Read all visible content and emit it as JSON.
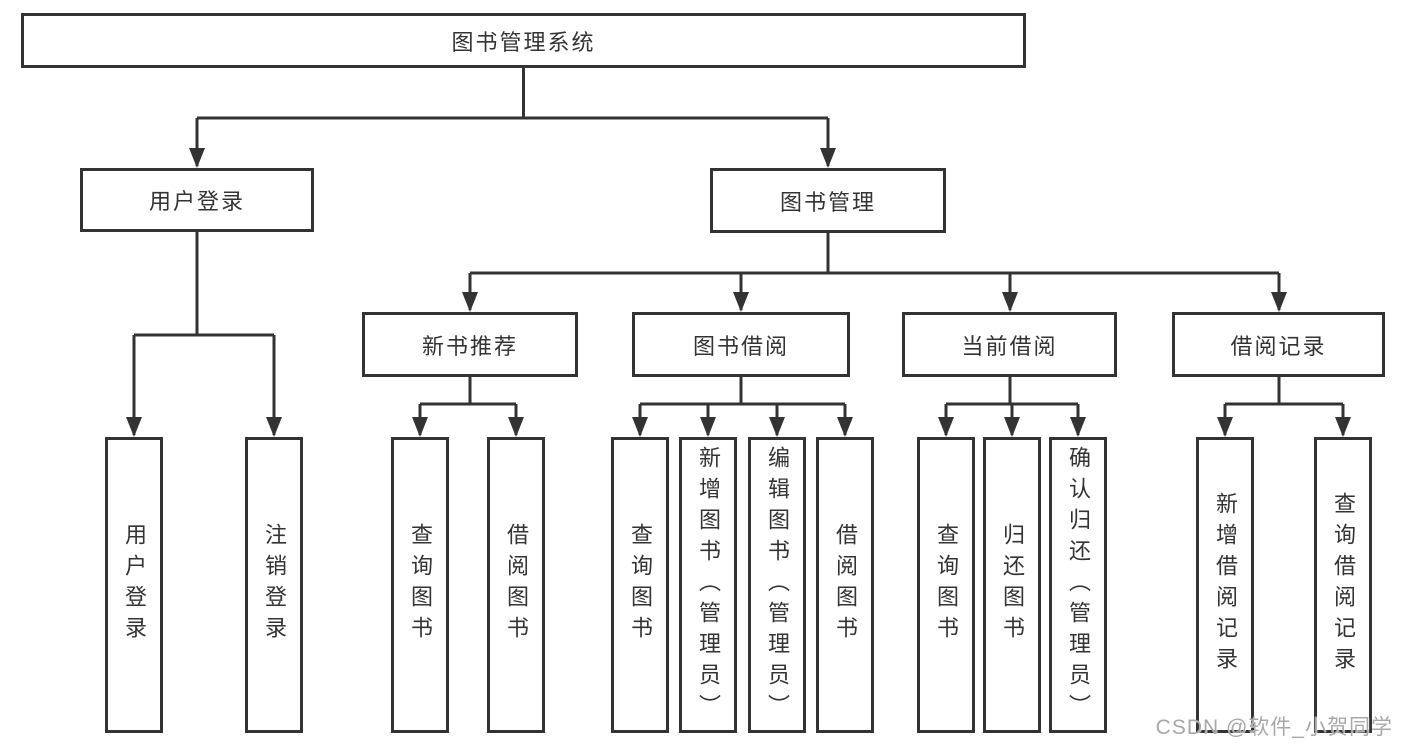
{
  "title": "图书管理系统",
  "nodes": {
    "root": "图书管理系统",
    "user_login": "用户登录",
    "book_management": "图书管理",
    "new_book_recommend": "新书推荐",
    "book_borrowing": "图书借阅",
    "current_borrowing": "当前借阅",
    "borrowing_records": "借阅记录",
    "leaf_user_login": "用户登录",
    "leaf_logout": "注销登录",
    "nb_query_book": "查询图书",
    "nb_borrow_book": "借阅图书",
    "bb_query_book": "查询图书",
    "bb_add_book": "新增图书（管理员）",
    "bb_edit_book": "编辑图书（管理员）",
    "bb_borrow_book": "借阅图书",
    "cb_query_book": "查询图书",
    "cb_return_book": "归还图书",
    "cb_confirm_return": "确认归还（管理员）",
    "br_add_record": "新增借阅记录",
    "br_query_record": "查询借阅记录"
  },
  "watermark": "CSDN @软件_小贺同学",
  "colors": {
    "line": "#333333",
    "text": "#333333",
    "box_background": "#ffffff",
    "watermark": "#a8a8a8",
    "background": "#ffffff"
  }
}
